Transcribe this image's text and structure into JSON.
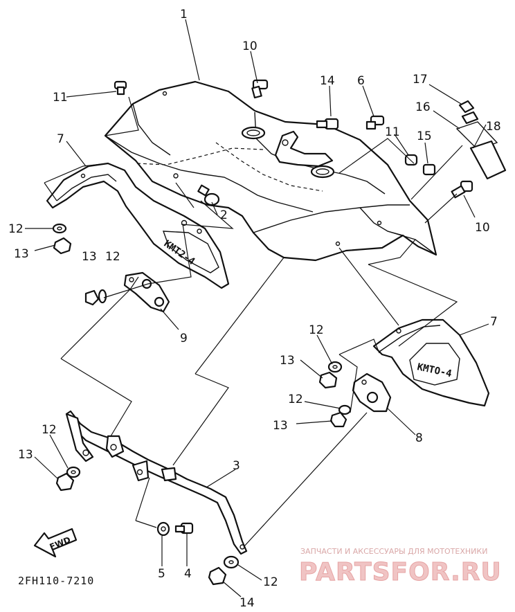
{
  "callouts": [
    {
      "id": "c1",
      "text": "1"
    },
    {
      "id": "c2",
      "text": "2"
    },
    {
      "id": "c3",
      "text": "3"
    },
    {
      "id": "c4",
      "text": "4"
    },
    {
      "id": "c5",
      "text": "5"
    },
    {
      "id": "c6",
      "text": "6"
    },
    {
      "id": "c7a",
      "text": "7"
    },
    {
      "id": "c7b",
      "text": "7"
    },
    {
      "id": "c8",
      "text": "8"
    },
    {
      "id": "c9",
      "text": "9"
    },
    {
      "id": "c10a",
      "text": "10"
    },
    {
      "id": "c10b",
      "text": "10"
    },
    {
      "id": "c11a",
      "text": "11"
    },
    {
      "id": "c11b",
      "text": "11"
    },
    {
      "id": "c12a",
      "text": "12"
    },
    {
      "id": "c12b",
      "text": "12"
    },
    {
      "id": "c12c",
      "text": "12"
    },
    {
      "id": "c12d",
      "text": "12"
    },
    {
      "id": "c12e",
      "text": "12"
    },
    {
      "id": "c12f",
      "text": "12"
    },
    {
      "id": "c13a",
      "text": "13"
    },
    {
      "id": "c13b",
      "text": "13"
    },
    {
      "id": "c13c",
      "text": "13"
    },
    {
      "id": "c13d",
      "text": "13"
    },
    {
      "id": "c13e",
      "text": "13"
    },
    {
      "id": "c14a",
      "text": "14"
    },
    {
      "id": "c14b",
      "text": "14"
    },
    {
      "id": "c15",
      "text": "15"
    },
    {
      "id": "c16",
      "text": "16"
    },
    {
      "id": "c17",
      "text": "17"
    },
    {
      "id": "c18",
      "text": "18"
    }
  ],
  "embossed_marks": [
    "KMT2-4",
    "KMTO-4"
  ],
  "fwd_label": "FWD",
  "diagram_code": "2FH110-7210",
  "watermark": {
    "tagline": "ЗАПЧАСТИ И АКСЕССУАРЫ ДЛЯ МОТОТЕХНИКИ",
    "brand": "PARTSFOR.RU",
    "color": "#e6a3a3"
  }
}
